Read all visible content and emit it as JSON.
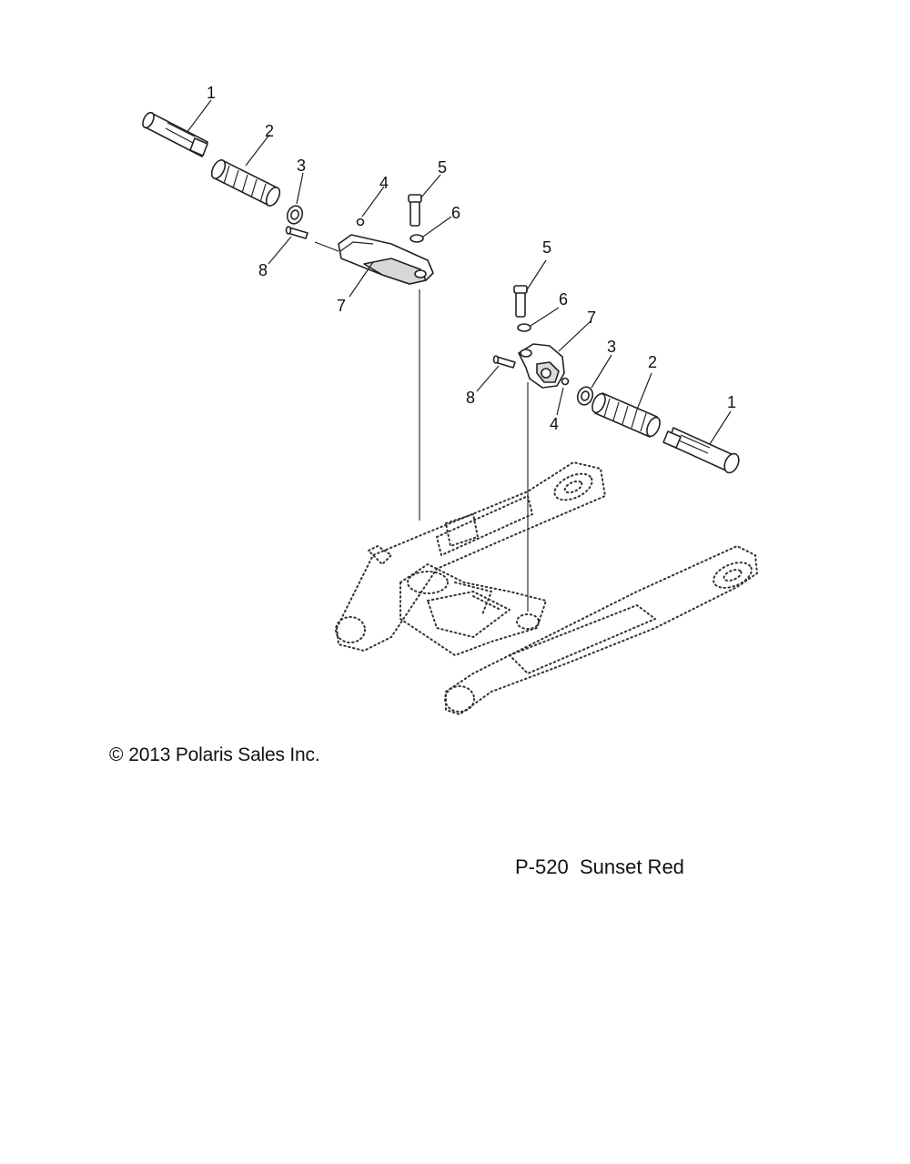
{
  "callouts": {
    "left": {
      "c1": "1",
      "c2": "2",
      "c3": "3",
      "c4": "4",
      "c5": "5",
      "c6": "6",
      "c7": "7",
      "c8": "8"
    },
    "right": {
      "c1": "1",
      "c2": "2",
      "c3": "3",
      "c4": "4",
      "c5": "5",
      "c6": "6",
      "c7": "7",
      "c8": "8"
    }
  },
  "copyright": {
    "symbol": "©",
    "text": "2013 Polaris Sales Inc."
  },
  "footer": {
    "code": "P-520",
    "color_name": "Sunset Red"
  }
}
